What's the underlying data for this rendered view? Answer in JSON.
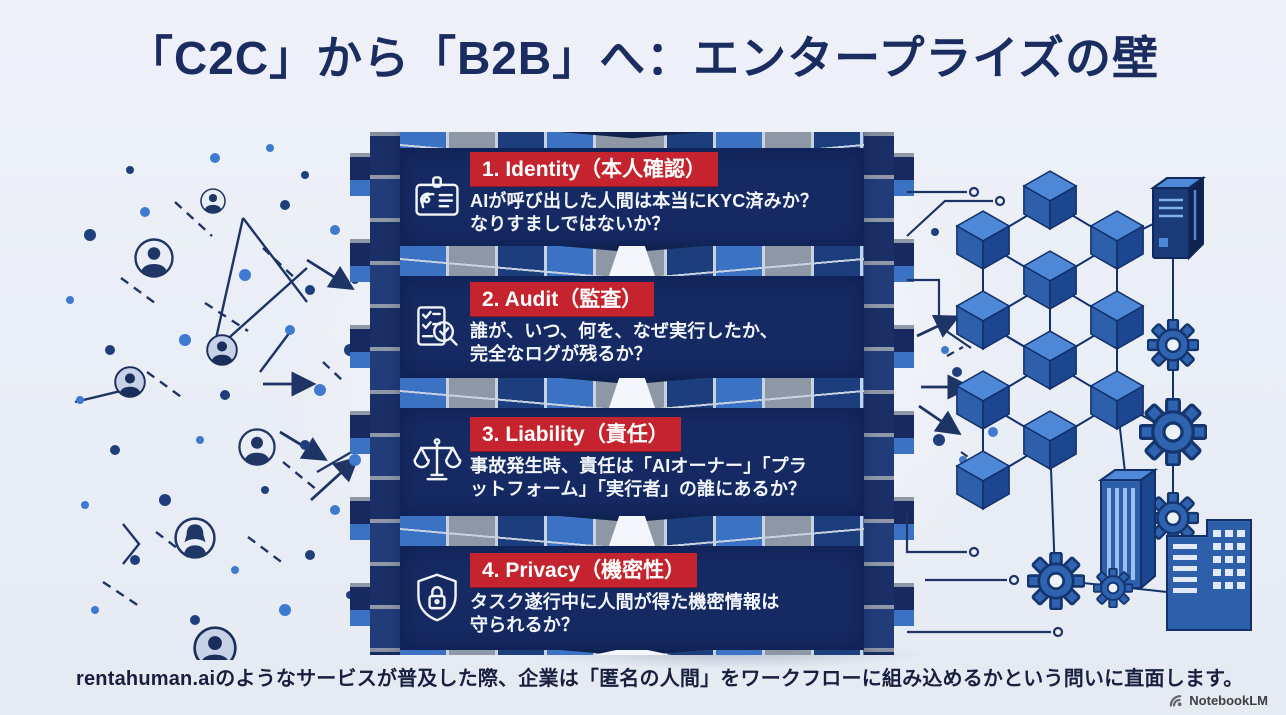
{
  "title": "「C2C」から「B2B」へ：エンタープライズの壁",
  "wall": {
    "panels": [
      {
        "badge": "1. Identity（本人確認）",
        "icon": "id-card-fingerprint-icon",
        "body": "AIが呼び出した人間は本当にKYC済みか？\nなりすましではないか？"
      },
      {
        "badge": "2. Audit（監査）",
        "icon": "audit-checklist-magnifier-icon",
        "body": "誰が、いつ、何を、なぜ実行したか、\n完全なログが残るか？"
      },
      {
        "badge": "3. Liability（責任）",
        "icon": "scales-of-justice-icon",
        "body": "事故発生時、責任は「AIオーナー」「プラ\nットフォーム」「実行者」の誰にあるか？"
      },
      {
        "badge": "4. Privacy（機密性）",
        "icon": "shield-lock-icon",
        "body": "タスク遂行中に人間が得た機密情報は\n守られるか？"
      }
    ]
  },
  "left_illustration": "chaotic C2C network of anonymous people, dots, dashed links and arrows pointing at the wall",
  "right_illustration": "structured B2B enterprise network of linked cubes, servers, gears and office buildings",
  "caption": "rentahuman.aiのようなサービスが普及した際、企業は「匿名の人間」をワークフローに組み込めるかという問いに直面します。",
  "attribution": "NotebookLM",
  "colors": {
    "background": "#edf0f6",
    "title_navy": "#1b2c60",
    "panel_navy": "#152a63",
    "badge_red": "#c5242e",
    "badge_text": "#ffffff",
    "body_text": "#f3f6fb",
    "brick_blue": "#3b72c3",
    "brick_gray": "#8d97a6",
    "accent_blue": "#3f7ad0",
    "line_navy": "#1e3464",
    "caption_text": "#17213f"
  }
}
